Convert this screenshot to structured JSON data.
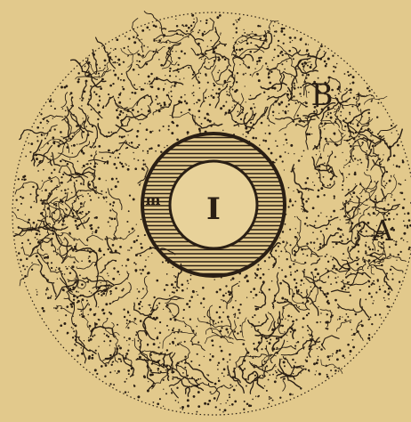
{
  "colors": {
    "background": "#E2C98C",
    "ink": "#2a1f14",
    "inner_fill": "#E8D29A"
  },
  "labels": {
    "center": "I",
    "outer_upper": "B",
    "outer_right": "A",
    "ring_mark": "m"
  }
}
